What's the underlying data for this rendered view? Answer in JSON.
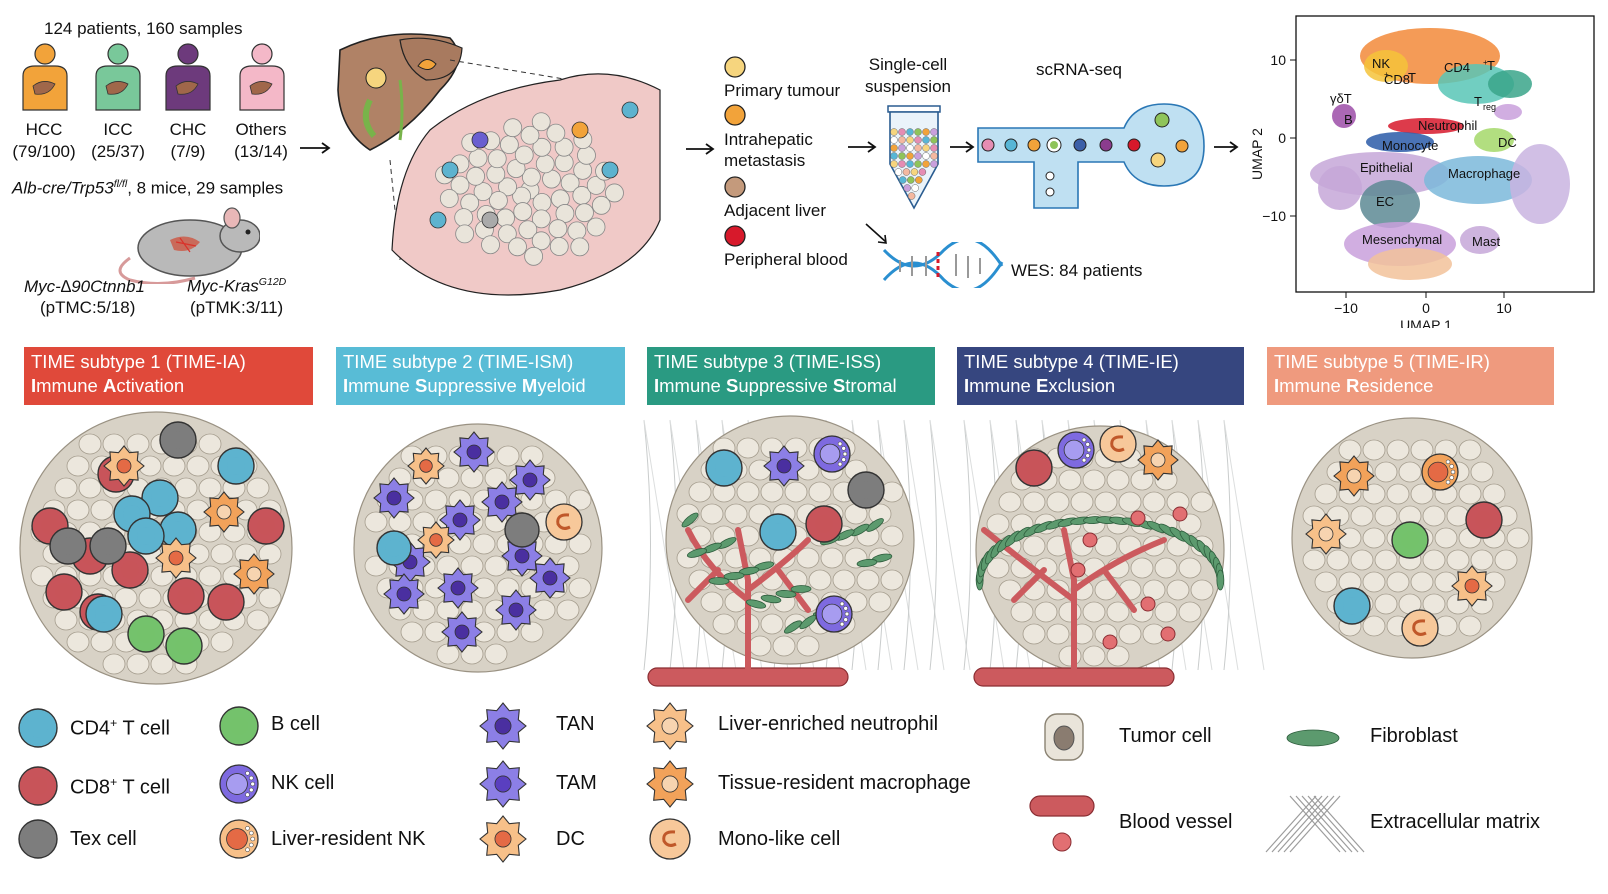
{
  "top": {
    "human_header": "124 patients, 160 samples",
    "human_types": [
      {
        "name": "HCC",
        "count": "(79/100)",
        "color": "#f2a33a"
      },
      {
        "name": "ICC",
        "count": "(25/37)",
        "color": "#79c89a"
      },
      {
        "name": "CHC",
        "count": "(7/9)",
        "color": "#6d3a7c"
      },
      {
        "name": "Others",
        "count": "(13/14)",
        "color": "#f4b8c8"
      }
    ],
    "mouse_header_italic": "Alb-cre/Trp53",
    "mouse_header_sup": "fl/fl",
    "mouse_header_rest": ", 8 mice, 29 samples",
    "mouse_model_1": "Myc-∆90Ctnnb1",
    "mouse_model_1_count": "(pTMC:5/18)",
    "mouse_model_2_base": "Myc-Kras",
    "mouse_model_2_sup": "G12D",
    "mouse_model_2_count": "(pTMK:3/11)"
  },
  "samples": [
    {
      "label": "Primary tumour",
      "color": "#f6d57e"
    },
    {
      "label1": "Intrahepatic",
      "label2": "metastasis",
      "color": "#f2a33a"
    },
    {
      "label": "Adjacent liver",
      "color": "#c49a7c"
    },
    {
      "label": "Peripheral blood",
      "color": "#d7192b"
    }
  ],
  "workflow": {
    "suspension_1": "Single-cell",
    "suspension_2": "suspension",
    "scrna": "scRNA-seq",
    "wes": "WES: 84 patients"
  },
  "umap": {
    "xlabel": "UMAP 1",
    "ylabel": "UMAP 2",
    "xticks": [
      "−10",
      "0",
      "10"
    ],
    "yticks": [
      "10",
      "0",
      "−10"
    ],
    "clusters": {
      "nk": "NK",
      "cd8": "CD8",
      "cd4": "CD4",
      "treg": "T",
      "treg_sub": "reg",
      "gdt": "γδT",
      "b": "B",
      "neutrophil": "Neutrophil",
      "monocyte": "Monocyte",
      "dc": "DC",
      "epithelial": "Epithelial",
      "macrophage": "Macrophage",
      "ec": "EC",
      "mesenchymal": "Mesenchymal",
      "mast": "Mast"
    }
  },
  "subtypes": [
    {
      "line1": "TIME subtype 1 (TIME-IA)",
      "b1": "I",
      "r1": "mmune ",
      "b2": "A",
      "r2": "ctivation",
      "b3": "",
      "r3": "",
      "color": "#e0493a"
    },
    {
      "line1": "TIME subtype 2 (TIME-ISM)",
      "b1": "I",
      "r1": "mmune ",
      "b2": "S",
      "r2": "uppressive ",
      "b3": "M",
      "r3": "yeloid",
      "color": "#58bcd6"
    },
    {
      "line1": "TIME subtype 3 (TIME-ISS)",
      "b1": "I",
      "r1": "mmune ",
      "b2": "S",
      "r2": "uppressive ",
      "b3": "S",
      "r3": "tromal",
      "color": "#2a9a82"
    },
    {
      "line1": "TIME subtype 4 (TIME-IE)",
      "b1": "I",
      "r1": "mmune ",
      "b2": "E",
      "r2": "xclusion",
      "b3": "",
      "r3": "",
      "color": "#36467f"
    },
    {
      "line1": "TIME subtype 5 (TIME-IR)",
      "b1": "I",
      "r1": "mmune ",
      "b2": "R",
      "r2": "esidence",
      "b3": "",
      "r3": "",
      "color": "#ef9a7e"
    }
  ],
  "legend": {
    "cd4": "CD4",
    "cd4_sup": "+",
    "cd4_rest": " T cell",
    "cd8": "CD8",
    "cd8_sup": "+",
    "cd8_rest": " T cell",
    "tex": "Tex cell",
    "b": "B cell",
    "nk": "NK cell",
    "lrnk": "Liver-resident NK",
    "tan": "TAN",
    "tam": "TAM",
    "dc": "DC",
    "len": "Liver-enriched neutrophil",
    "trm": "Tissue-resident macrophage",
    "mono": "Mono-like cell",
    "tumor": "Tumor cell",
    "vessel": "Blood vessel",
    "fibro": "Fibroblast",
    "ecm": "Extracellular matrix"
  },
  "colors": {
    "cd4": "#5db3cf",
    "cd8": "#c8545a",
    "tex": "#777777",
    "b": "#74c26c",
    "nk": "#7e6ae0",
    "lrnk": "#e46a45",
    "tan": "#8c7fe6",
    "tumor": "#e9e4da",
    "vessel": "#cc5a5e",
    "fibro": "#5c9a6e"
  }
}
